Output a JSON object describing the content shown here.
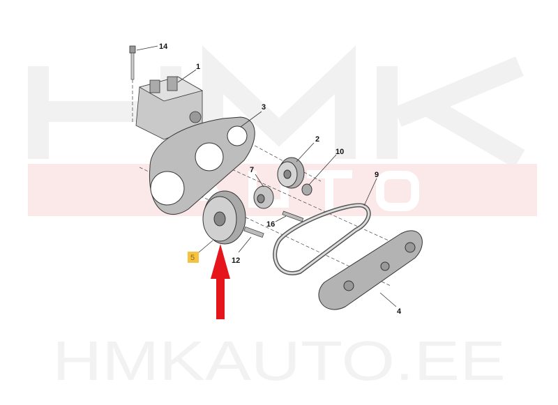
{
  "watermark": {
    "top": "HMK",
    "band": "AUTO",
    "bottom": "HMKAUTO.EE"
  },
  "colors": {
    "highlight": "#f5c242",
    "arrow": "#e4161b",
    "band": "#fbe9ea",
    "part": "#b9b9b9"
  },
  "callouts": [
    {
      "num": "14",
      "part": "bolt"
    },
    {
      "num": "1",
      "part": "pump"
    },
    {
      "num": "3",
      "part": "rear-cover"
    },
    {
      "num": "2",
      "part": "pulley"
    },
    {
      "num": "10",
      "part": "nut"
    },
    {
      "num": "7",
      "part": "tensioner"
    },
    {
      "num": "9",
      "part": "belt"
    },
    {
      "num": "16",
      "part": "stud"
    },
    {
      "num": "5",
      "part": "camshaft-pulley",
      "highlighted": true
    },
    {
      "num": "12",
      "part": "bolt"
    },
    {
      "num": "4",
      "part": "front-cover"
    }
  ]
}
